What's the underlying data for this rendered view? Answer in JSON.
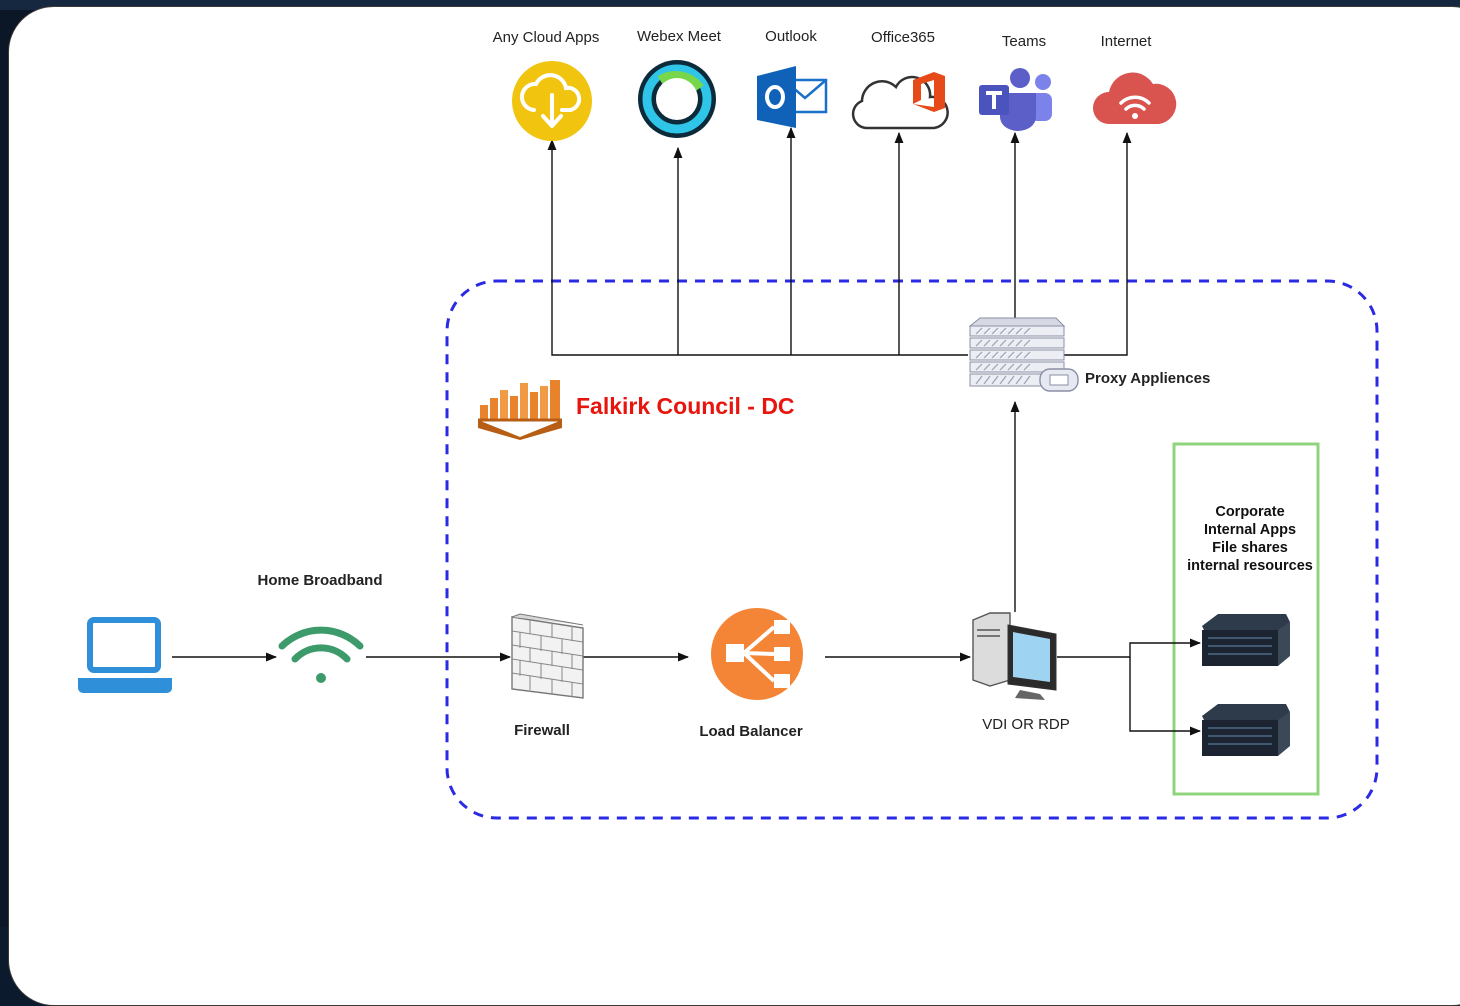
{
  "services": {
    "any_cloud_apps": "Any Cloud Apps",
    "webex_meet": "Webex Meet",
    "outlook": "Outlook",
    "office365": "Office365",
    "teams": "Teams",
    "internet": "Internet"
  },
  "proxy": {
    "label": "Proxy Appliences"
  },
  "datacenter": {
    "title": "Falkirk Council - DC"
  },
  "flow": {
    "home_broadband": "Home Broadband",
    "firewall": "Firewall",
    "load_balancer": "Load Balancer",
    "vdi": "VDI OR RDP"
  },
  "corporate": {
    "lines": [
      "Corporate",
      "Internal Apps",
      "File shares",
      "internal resources"
    ]
  },
  "colors": {
    "dc_border": "#2a2ae6",
    "dc_title": "#e8140e",
    "corp_border": "#8fd47c",
    "aws_orange": "#e8822b",
    "lb_orange": "#f58536",
    "cloud_yellow": "#f1c40f",
    "laptop_blue": "#2f8fd8",
    "wifi_green": "#3d9a6a",
    "internet_red": "#d9534f"
  }
}
